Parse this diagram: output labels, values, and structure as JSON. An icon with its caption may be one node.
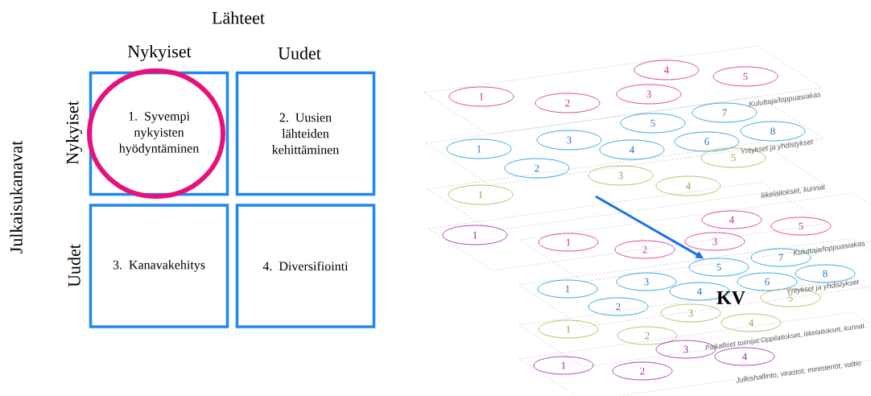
{
  "diagram": {
    "nodes": [
      {
        "text": [
          "1. Syvempi nykyisten hyödyntäminen"
        ]
      },
      {
        "text": [
          "2. Uusien lähteiden kehittäminen"
        ]
      },
      {
        "text": [
          "3. Kanavakehitys"
        ]
      },
      {
        "text": [
          "4. Diversifiointi"
        ]
      },
      {
        "text": [
          "1"
        ]
      },
      {
        "text": [
          "2"
        ]
      },
      {
        "text": [
          "3"
        ]
      },
      {
        "text": [
          "4"
        ]
      },
      {
        "text": [
          "5"
        ]
      },
      {
        "text": [
          "1"
        ]
      },
      {
        "text": [
          "2"
        ]
      },
      {
        "text": [
          "3"
        ]
      },
      {
        "text": [
          "4"
        ]
      },
      {
        "text": [
          "5"
        ]
      },
      {
        "text": [
          "7"
        ]
      },
      {
        "text": [
          "6"
        ]
      },
      {
        "text": [
          "8"
        ]
      },
      {
        "text": [
          "1"
        ]
      },
      {
        "text": [
          "3"
        ]
      },
      {
        "text": [
          "4"
        ]
      },
      {
        "text": [
          "5"
        ]
      },
      {
        "text": [
          "1"
        ]
      },
      {
        "text": [
          "1"
        ]
      },
      {
        "text": [
          "2"
        ]
      },
      {
        "text": [
          "3"
        ]
      },
      {
        "text": [
          "4"
        ]
      },
      {
        "text": [
          "5"
        ]
      },
      {
        "text": [
          "1"
        ]
      },
      {
        "text": [
          "2"
        ]
      },
      {
        "text": [
          "3"
        ]
      },
      {
        "text": [
          "4"
        ]
      },
      {
        "text": [
          "5"
        ]
      },
      {
        "text": [
          "7"
        ]
      },
      {
        "text": [
          "6"
        ]
      },
      {
        "text": [
          "8"
        ]
      },
      {
        "text": [
          "1"
        ]
      },
      {
        "text": [
          "2"
        ]
      },
      {
        "text": [
          "3"
        ]
      },
      {
        "text": [
          "4"
        ]
      },
      {
        "text": [
          "5"
        ]
      },
      {
        "text": [
          "1"
        ]
      },
      {
        "text": [
          "2"
        ]
      },
      {
        "text": [
          "3"
        ]
      },
      {
        "text": [
          "4"
        ]
      }
    ],
    "edges": [
      {
        "from": null,
        "to": 31,
        "arrow": "to"
      }
    ],
    "labels": [
      "Lähteet",
      "Nykyiset",
      "Uudet",
      "Julkaisukanavat",
      "Nykyiset",
      "Uudet",
      "Kuluttaja/loppuasiakas",
      "Yritykset ja yhdistykset",
      "liikelaitokset, kunnat",
      "Kuluttaja/loppuasiakas",
      "Yritykset ja yhdistykset",
      "KV",
      "Paikalliset toimijat:Oppilaitokset, liikelaitokset, kunnat",
      "Julkishallinto, virastot, ministeriöt, valtio"
    ]
  }
}
